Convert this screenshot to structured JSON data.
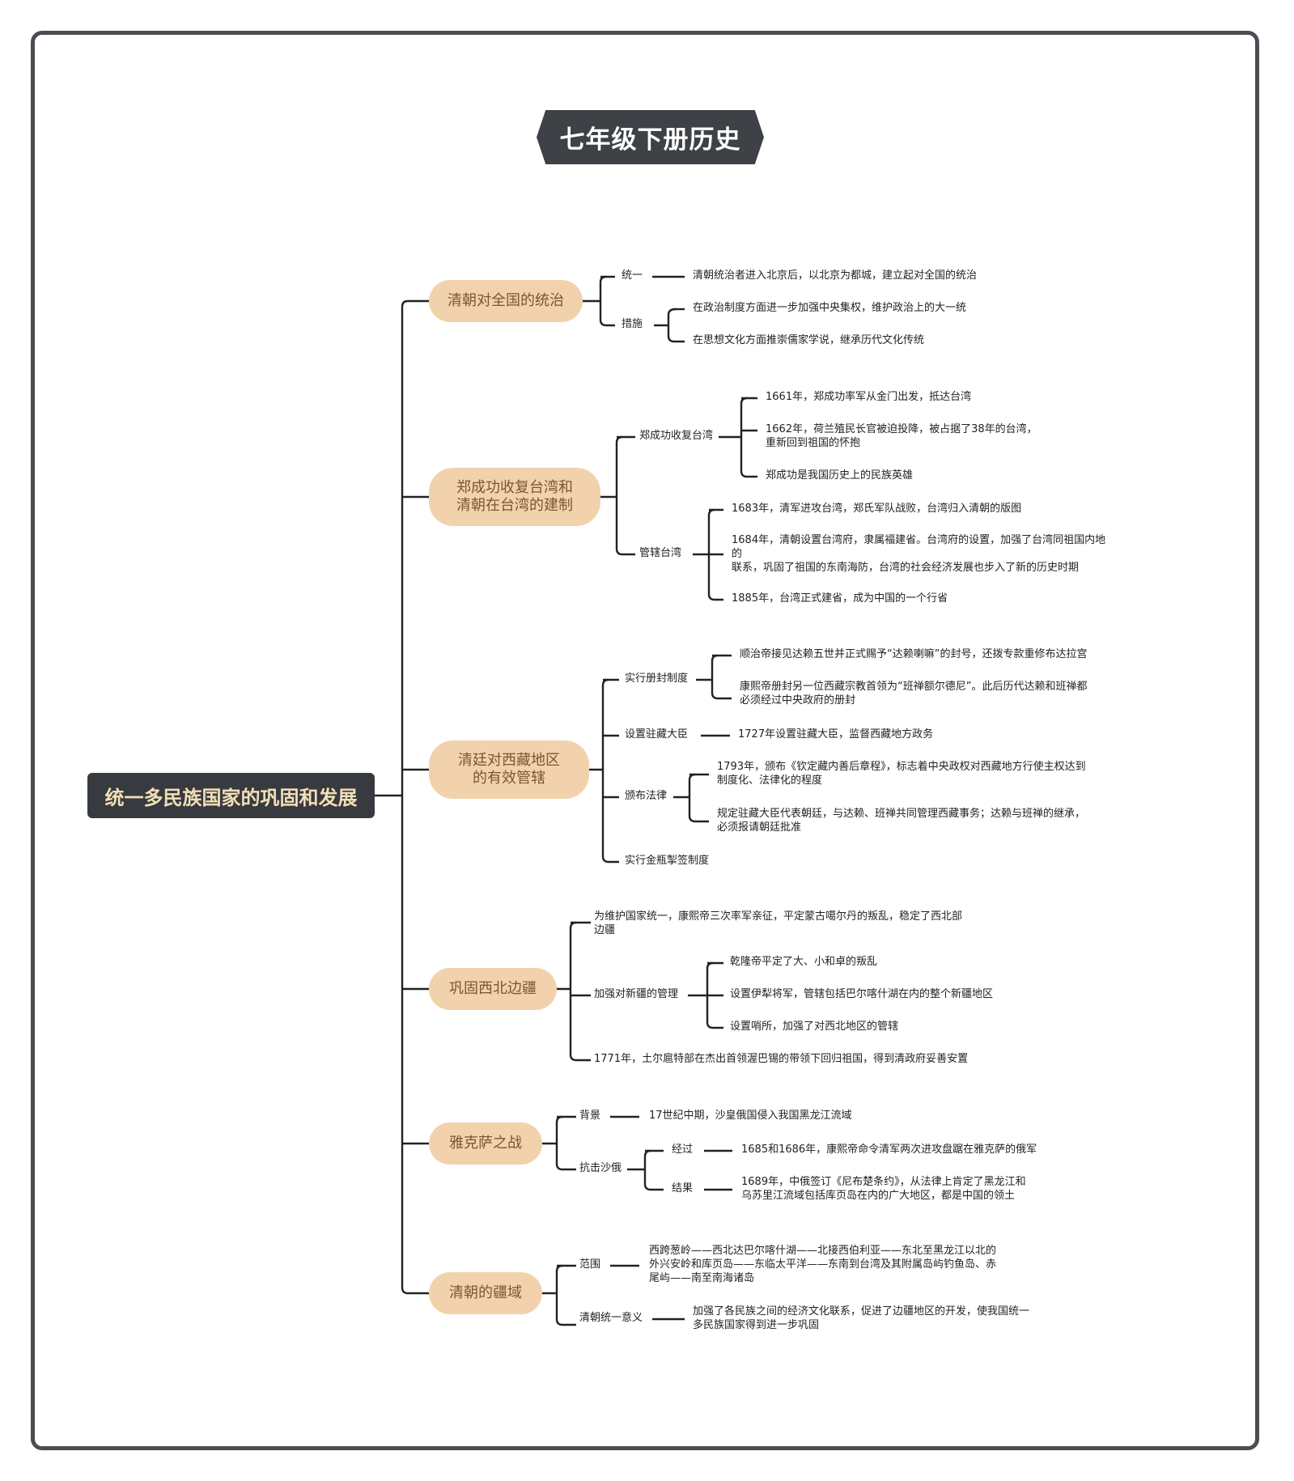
{
  "title": "七年级下册历史",
  "root": "统一多民族国家的巩固和发展",
  "branches": [
    {
      "label": "清朝对全国的统治",
      "items": [
        {
          "label": "统一",
          "text": "清朝统治者进入北京后，以北京为都城，建立起对全国的统治"
        },
        {
          "label": "措施",
          "children": [
            "在政治制度方面进一步加强中央集权，维护政治上的大一统",
            "在思想文化方面推崇儒家学说，继承历代文化传统"
          ]
        }
      ]
    },
    {
      "label_lines": [
        "郑成功收复台湾和",
        "清朝在台湾的建制"
      ],
      "items": [
        {
          "label": "郑成功收复台湾",
          "children": [
            "1661年，郑成功率军从金门出发，抵达台湾",
            [
              "1662年，荷兰殖民长官被迫投降，被占据了38年的台湾，",
              "重新回到祖国的怀抱"
            ],
            "郑成功是我国历史上的民族英雄"
          ]
        },
        {
          "label": "管辖台湾",
          "children": [
            "1683年，清军进攻台湾，郑氏军队战败，台湾归入清朝的版图",
            [
              "1684年，清朝设置台湾府，隶属福建省。台湾府的设置，加强了台湾同祖国内地",
              "的",
              "联系，巩固了祖国的东南海防，台湾的社会经济发展也步入了新的历史时期"
            ],
            "1885年，台湾正式建省，成为中国的一个行省"
          ]
        }
      ]
    },
    {
      "label_lines": [
        "清廷对西藏地区",
        "的有效管辖"
      ],
      "items": [
        {
          "label": "实行册封制度",
          "children": [
            "顺治帝接见达赖五世并正式赐予“达赖喇嘛”的封号，还拨专款重修布达拉宫",
            [
              "康熙帝册封另一位西藏宗教首领为“班禅额尔德尼”。此后历代达赖和班禅都",
              "必须经过中央政府的册封"
            ]
          ]
        },
        {
          "label": "设置驻藏大臣",
          "text": "1727年设置驻藏大臣，监督西藏地方政务"
        },
        {
          "label": "颁布法律",
          "children": [
            [
              "1793年，颁布《钦定藏内善后章程》，标志着中央政权对西藏地方行使主权达到",
              "制度化、法律化的程度"
            ],
            [
              "规定驻藏大臣代表朝廷，与达赖、班禅共同管理西藏事务；达赖与班禅的继承，",
              "必须报请朝廷批准"
            ]
          ]
        },
        {
          "label": "实行金瓶掣签制度"
        }
      ]
    },
    {
      "label": "巩固西北边疆",
      "items": [
        {
          "text": [
            "为维护国家统一，康熙帝三次率军亲征，平定蒙古噶尔丹的叛乱，稳定了西北部",
            "边疆"
          ]
        },
        {
          "label": "加强对新疆的管理",
          "children": [
            "乾隆帝平定了大、小和卓的叛乱",
            "设置伊犁将军，管辖包括巴尔喀什湖在内的整个新疆地区",
            "设置哨所，加强了对西北地区的管辖"
          ]
        },
        {
          "text": "1771年，土尔扈特部在杰出首领渥巴锡的带领下回归祖国，得到清政府妥善安置"
        }
      ]
    },
    {
      "label": "雅克萨之战",
      "items": [
        {
          "label": "背景",
          "text": "17世纪中期，沙皇俄国侵入我国黑龙江流域"
        },
        {
          "label": "抗击沙俄",
          "children": [
            {
              "label": "经过",
              "text": "1685和1686年，康熙帝命令清军两次进攻盘踞在雅克萨的俄军"
            },
            {
              "label": "结果",
              "text": [
                "1689年，中俄签订《尼布楚条约》，从法律上肯定了黑龙江和",
                "乌苏里江流域包括库页岛在内的广大地区，都是中国的领土"
              ]
            }
          ]
        }
      ]
    },
    {
      "label": "清朝的疆域",
      "items": [
        {
          "label": "范围",
          "text": [
            "西跨葱岭——西北达巴尔喀什湖——北接西伯利亚——东北至黑龙江以北的",
            "外兴安岭和库页岛——东临太平洋——东南到台湾及其附属岛屿钓鱼岛、赤",
            "尾屿——南至南海诸岛"
          ]
        },
        {
          "label": "清朝统一意义",
          "text": [
            "加强了各民族之间的经济文化联系，促进了边疆地区的开发，使我国统一",
            "多民族国家得到进一步巩固"
          ]
        }
      ]
    }
  ]
}
